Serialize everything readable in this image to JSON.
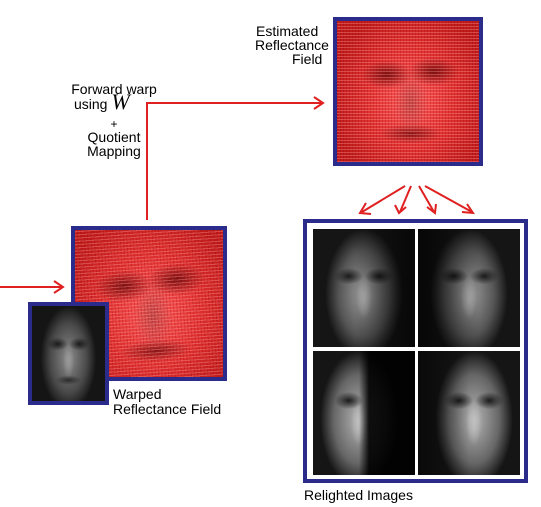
{
  "labels": {
    "estimated_line1": "Estimated",
    "estimated_line2": "Reflectance",
    "estimated_line3": "Field",
    "warp_line1": "Forward warp",
    "warp_line2_prefix": "using",
    "warp_symbol": "W",
    "plus": "+",
    "quotient_line1": "Quotient",
    "quotient_line2": "Mapping",
    "warped_line1": "Warped",
    "warped_line2": "Reflectance Field",
    "relighted": "Relighted Images"
  },
  "colors": {
    "arrow": "#e02020",
    "frame": "#2b2b8c"
  }
}
